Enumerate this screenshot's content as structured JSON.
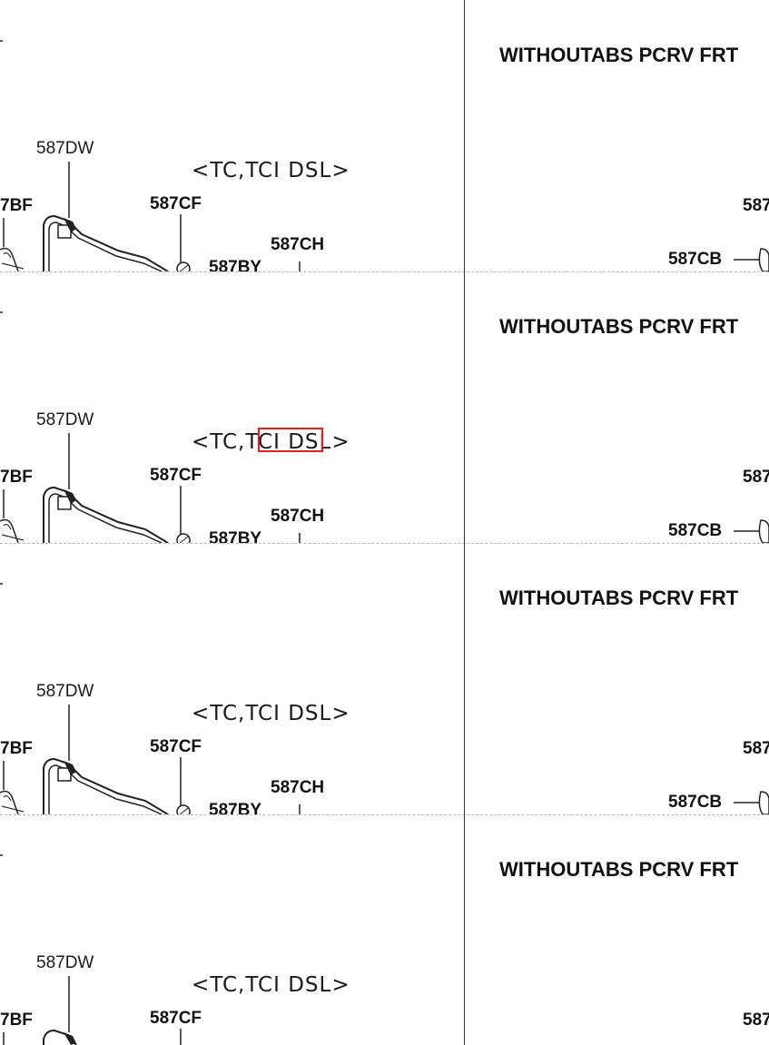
{
  "panels": [
    {
      "code_dw": "587DW",
      "code_bf": "7BF",
      "code_cf": "587CF",
      "code_ch": "587CH",
      "code_by": "587BY",
      "variant": "<TC,TCI DSL>",
      "title": "WITHOUTABS PCRV FRT",
      "code_cb": "587CB",
      "code_right": "587"
    },
    {
      "code_dw": "587DW",
      "code_bf": "7BF",
      "code_cf": "587CF",
      "code_ch": "587CH",
      "code_by": "587BY",
      "variant": "<TC,TCI DSL>",
      "title": "WITHOUTABS PCRV FRT",
      "code_cb": "587CB",
      "code_right": "587"
    },
    {
      "code_dw": "587DW",
      "code_bf": "7BF",
      "code_cf": "587CF",
      "code_ch": "587CH",
      "code_by": "587BY",
      "variant": "<TC,TCI DSL>",
      "title": "WITHOUTABS PCRV FRT",
      "code_cb": "587CB",
      "code_right": "587"
    },
    {
      "code_dw": "587DW",
      "code_bf": "7BF",
      "code_cf": "587CF",
      "variant": "<TC,TCI DSL>",
      "title": "WITHOUTABS PCRV FRT",
      "code_right": "587"
    }
  ],
  "highlight": {
    "color": "#e02020"
  }
}
